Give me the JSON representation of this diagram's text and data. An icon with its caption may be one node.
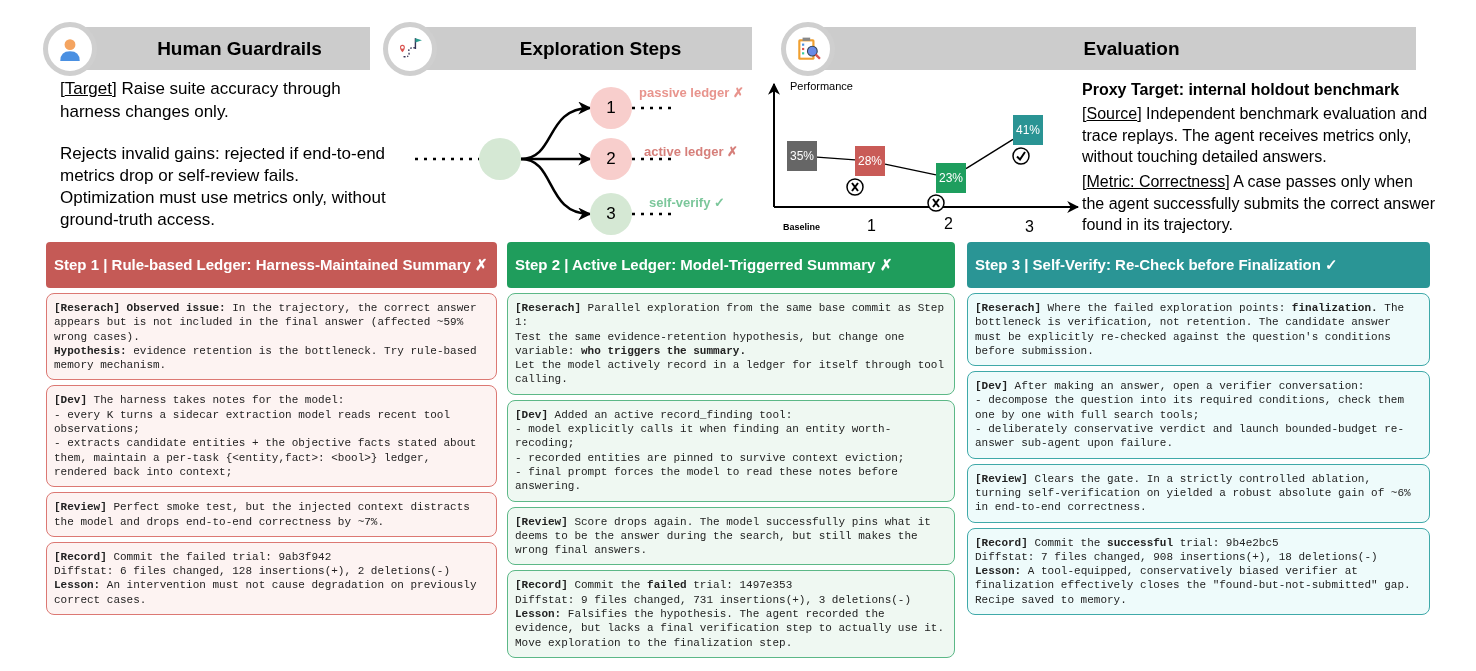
{
  "diagram": {
    "nodes": [
      {
        "text": [
          "Human Guardrails"
        ]
      },
      {
        "text": [
          "Exploration Steps"
        ]
      },
      {
        "text": [
          "Evaluation"
        ]
      },
      {
        "text": [],
        "shape": "circle"
      },
      {
        "text": [
          "1"
        ],
        "beside": [
          "passive ledger ✗"
        ]
      },
      {
        "text": [
          "2"
        ],
        "beside": [
          "active ledger ✗"
        ]
      },
      {
        "text": [
          "3"
        ],
        "beside": [
          "self-verify ✓"
        ]
      },
      {
        "text": [
          "35%"
        ]
      },
      {
        "text": [
          "28%"
        ]
      },
      {
        "text": [
          "23%"
        ]
      },
      {
        "text": [
          "41%"
        ]
      },
      {
        "text": [
          "Step 1 | Rule-based Ledger: Harness-Maintained Summary ✗"
        ]
      },
      {
        "text": [
          "**[Reserach] Observed issue:** In the trajectory, the correct answer appears but is not included in the final answer (affected ~59% wrong cases).",
          "**Hypothesis:** evidence retention is the bottleneck. Try rule-based memory mechanism."
        ]
      },
      {
        "text": [
          "**[Dev]** The harness takes notes for the model:",
          "- every K turns a sidecar extraction model reads recent tool observations;",
          "- extracts candidate entities + the objective facts stated about them, maintain a per-task {<entity,fact>: <bool>} ledger, rendered back into context;"
        ]
      },
      {
        "text": [
          "**[Review]** Perfect smoke test, but the injected context distracts the model and drops end-to-end correctness by ~7%."
        ]
      },
      {
        "text": [
          "**[Record]** Commit the failed trial: 9ab3f942",
          "Diffstat: 6 files changed, 128 insertions(+), 2 deletions(-)",
          "**Lesson:** An intervention must not cause degradation on previously correct cases."
        ]
      },
      {
        "text": [
          "Step 2 | Active Ledger: Model-Triggerred Summary ✗"
        ]
      },
      {
        "text": [
          "**[Reserach]** Parallel exploration from the same base commit as Step 1:",
          "Test the same evidence-retention hypothesis, but change one variable: **who triggers the summary.**",
          "Let the model actively record in a ledger for itself through tool calling."
        ]
      },
      {
        "text": [
          "**[Dev]** Added an active record_finding tool:",
          "- model explicitly calls it when finding an entity worth-recoding;",
          "- recorded entities are pinned to survive context eviction;",
          "- final prompt forces the model to read these notes before answering."
        ]
      },
      {
        "text": [
          "**[Review]** Score drops again. The model successfully pins what it deems to be the answer during the search, but still makes the wrong final answers."
        ]
      },
      {
        "text": [
          "**[Record]** Commit the **failed** trial: 1497e353",
          "Diffstat: 9 files changed, 731 insertions(+), 3 deletions(-)",
          "**Lesson:** Falsifies the hypothesis. The agent recorded the evidence, but lacks a final verification step to actually use it. Move exploration to the finalization step."
        ]
      },
      {
        "text": [
          "Step 3 | Self-Verify: Re-Check before Finalization ✓"
        ]
      },
      {
        "text": [
          "**[Reserach]** Where the failed exploration points: **finalization.** The bottleneck is verification, not retention. The candidate answer must be explicitly re-checked against the question's conditions before submission."
        ]
      },
      {
        "text": [
          "**[Dev]** After making an answer, open a verifier conversation:",
          "- decompose the question into its required conditions, check them one by one with full search tools;",
          "- deliberately conservative verdict and launch bounded-budget re-answer sub-agent upon failure."
        ]
      },
      {
        "text": [
          "**[Review]** Clears the gate. In a strictly controlled ablation, turning self-verification on yielded a robust absolute gain of ~6% in end-to-end correctness."
        ]
      },
      {
        "text": [
          "**[Record]** Commit the **successful** trial: 9b4e2bc5",
          "Diffstat: 7 files changed, 908 insertions(+), 18 deletions(-)",
          "**Lesson:** A tool-equipped, conservatively biased verifier at finalization effectively closes the \"found-but-not-submitted\" gap. Recipe saved to memory."
        ]
      }
    ],
    "edges": [
      {
        "from": null,
        "to": 3,
        "arrow": "none",
        "style": "dashed"
      },
      {
        "from": 3,
        "to": 4,
        "arrow": "to"
      },
      {
        "from": 3,
        "to": 5,
        "arrow": "to"
      },
      {
        "from": 3,
        "to": 6,
        "arrow": "to"
      },
      {
        "from": 4,
        "to": null,
        "arrow": "none",
        "style": "dashed"
      },
      {
        "from": 5,
        "to": null,
        "arrow": "none",
        "style": "dashed"
      },
      {
        "from": 6,
        "to": null,
        "arrow": "none",
        "style": "dashed"
      },
      {
        "from": 7,
        "to": 8,
        "arrow": "none"
      },
      {
        "from": 8,
        "to": 9,
        "arrow": "none"
      },
      {
        "from": 9,
        "to": 10,
        "arrow": "none"
      }
    ],
    "labels": [
      "[Target] Raise suite accuracy through harness changes only.",
      "Rejects invalid gains: rejected if end-to-end metrics drop or self-review fails. Optimization must use metrics only, without ground-truth access.",
      "Performance",
      "Baseline",
      "1",
      "2",
      "3",
      "Proxy Target: internal holdout benchmark",
      "[Source] Independent benchmark evaluation and trace replays. The agent receives metrics only, without touching detailed answers.",
      "[Metric: Correctness] A case passes only when the agent successfully submits the correct answer found in its trajectory."
    ]
  }
}
